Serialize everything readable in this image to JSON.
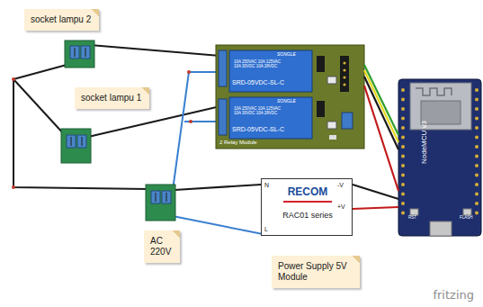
{
  "diagram": {
    "nodes": [
      {
        "text": [
          "socket lampu 2"
        ]
      },
      {
        "text": [
          "SONGLE",
          "10A 250VAC 10A 125VAC 10A 30VDC 10A 28VDC",
          "SRD-05VDC-SL-C",
          "SONGLE",
          "10A 250VAC 10A 125VAC 10A 30VDC 10A 28VDC",
          "SRD-05VDC-SL-C",
          "2 Relay Module"
        ]
      },
      {
        "text": [
          "NodeMCU v3",
          "RST",
          "FLASH"
        ]
      },
      {
        "text": [
          "socket lampu 1"
        ]
      },
      {
        "text": [
          "RECOM",
          "RAC01 series",
          "N",
          "L",
          "-V",
          "+V"
        ]
      },
      {
        "text": [
          "AC 220V"
        ]
      },
      {
        "text": [
          "Power Supply 5V Module"
        ]
      }
    ],
    "edges": [
      {
        "from": 1,
        "to": 2,
        "arrow": "none"
      },
      {
        "from": 1,
        "to": 2,
        "arrow": "none"
      },
      {
        "from": 1,
        "to": 2,
        "arrow": "none"
      },
      {
        "from": 1,
        "to": 2,
        "arrow": "none"
      },
      {
        "from": 4,
        "to": 2,
        "arrow": "none"
      },
      {
        "from": 4,
        "to": 2,
        "arrow": "none"
      }
    ],
    "labels": [
      "fritzing"
    ]
  }
}
